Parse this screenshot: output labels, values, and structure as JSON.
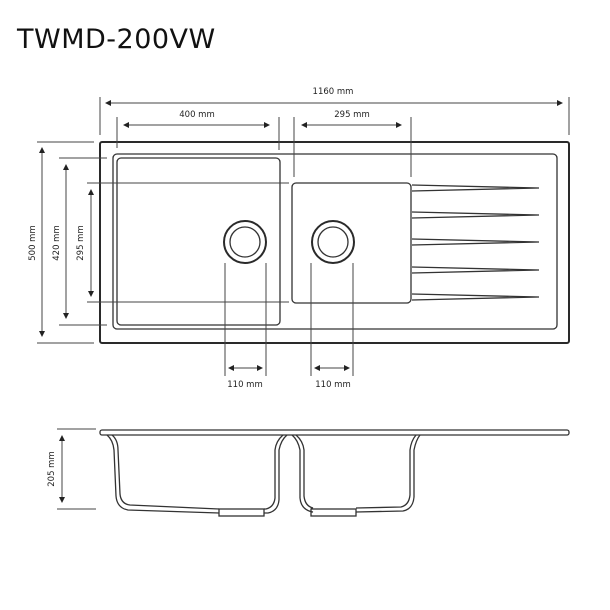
{
  "title": "TWMD-200VW",
  "dimensions": {
    "overall_length": "1160 mm",
    "large_bowl_width": "400 mm",
    "small_bowl_width": "295 mm",
    "overall_depth": "500 mm",
    "large_bowl_depth": "420 mm",
    "small_bowl_depth": "295 mm",
    "large_drain_offset": "110 mm",
    "small_drain_offset": "110 mm",
    "bowl_height": "205 mm"
  },
  "colors": {
    "line": "#2a2a2a",
    "background": "#ffffff"
  }
}
